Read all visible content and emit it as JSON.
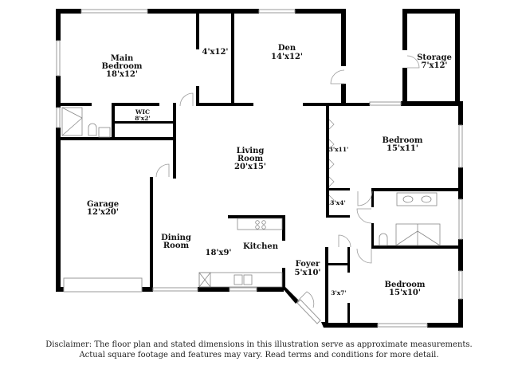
{
  "rooms": {
    "main_bedroom": {
      "name_line1": "Main",
      "name_line2": "Bedroom",
      "dims": "18'x12'"
    },
    "closet_4x12": {
      "dims": "4'x12'"
    },
    "den": {
      "name": "Den",
      "dims": "14'x12'"
    },
    "storage": {
      "name": "Storage",
      "dims": "7'x12'"
    },
    "wic": {
      "name": "WIC",
      "dims": "8'x2'"
    },
    "living_room": {
      "name_line1": "Living",
      "name_line2": "Room",
      "dims": "20'x15'"
    },
    "bedroom_2": {
      "name": "Bedroom",
      "dims": "15'x11'"
    },
    "closet_3x11": {
      "dims": "3'x11'"
    },
    "closet_3x4": {
      "dims": "3'x4'"
    },
    "garage": {
      "name": "Garage",
      "dims": "12'x20'"
    },
    "dining_room": {
      "name_line1": "Dining",
      "name_line2": "Room"
    },
    "kitchen": {
      "name": "Kitchen",
      "dims": "18'x9'"
    },
    "foyer": {
      "name": "Foyer",
      "dims": "5'x10'"
    },
    "closet_3x7": {
      "dims": "3'x7'"
    },
    "bedroom_3": {
      "name": "Bedroom",
      "dims": "15'x10'"
    }
  },
  "disclaimer": {
    "line1": "Disclaimer: The floor plan and stated dimensions in this illustration serve as approximate measurements.",
    "line2": "Actual square footage and features may vary. Read terms and conditions for more detail."
  }
}
